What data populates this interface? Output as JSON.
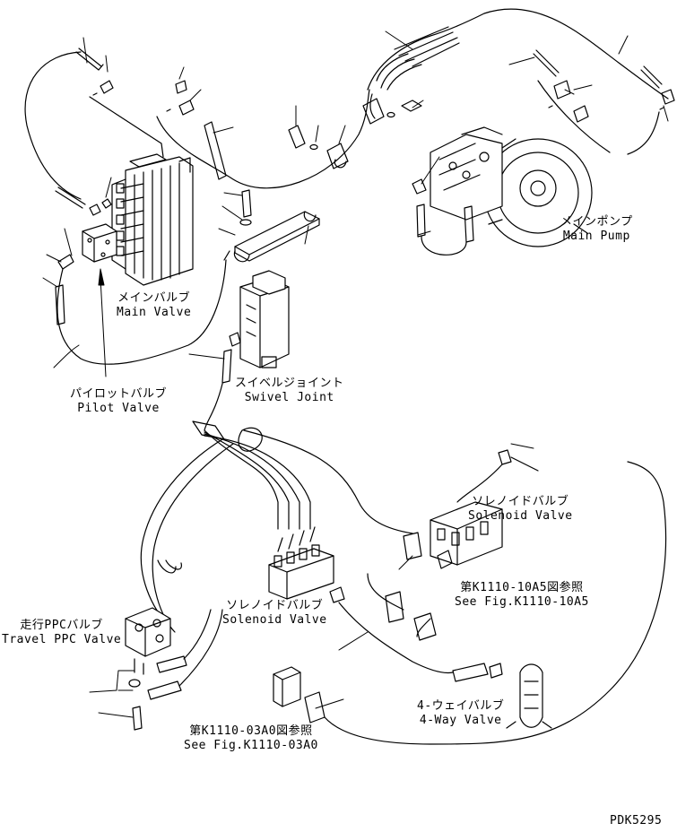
{
  "labels": {
    "main_valve_jp": "メインバルブ",
    "main_valve_en": "Main Valve",
    "main_pump_jp": "メインポンプ",
    "main_pump_en": "Main Pump",
    "pilot_valve_jp": "パイロットバルブ",
    "pilot_valve_en": "Pilot Valve",
    "swivel_joint_jp": "スイベルジョイント",
    "swivel_joint_en": "Swivel Joint",
    "solenoid_valve_upper_jp": "ソレノイドバルブ",
    "solenoid_valve_upper_en": "Solenoid Valve",
    "see_fig_10a5_jp": "第K1110-10A5図参照",
    "see_fig_10a5_en": "See Fig.K1110-10A5",
    "solenoid_valve_lower_jp": "ソレノイドバルブ",
    "solenoid_valve_lower_en": "Solenoid Valve",
    "travel_ppc_jp": "走行PPCバルブ",
    "travel_ppc_en": "Travel PPC Valve",
    "four_way_jp": "4-ウェイバルブ",
    "four_way_en": "4-Way Valve",
    "see_fig_03a0_jp": "第K1110-03A0図参照",
    "see_fig_03a0_en": "See Fig.K1110-03A0",
    "drawing_code": "PDK5295"
  }
}
